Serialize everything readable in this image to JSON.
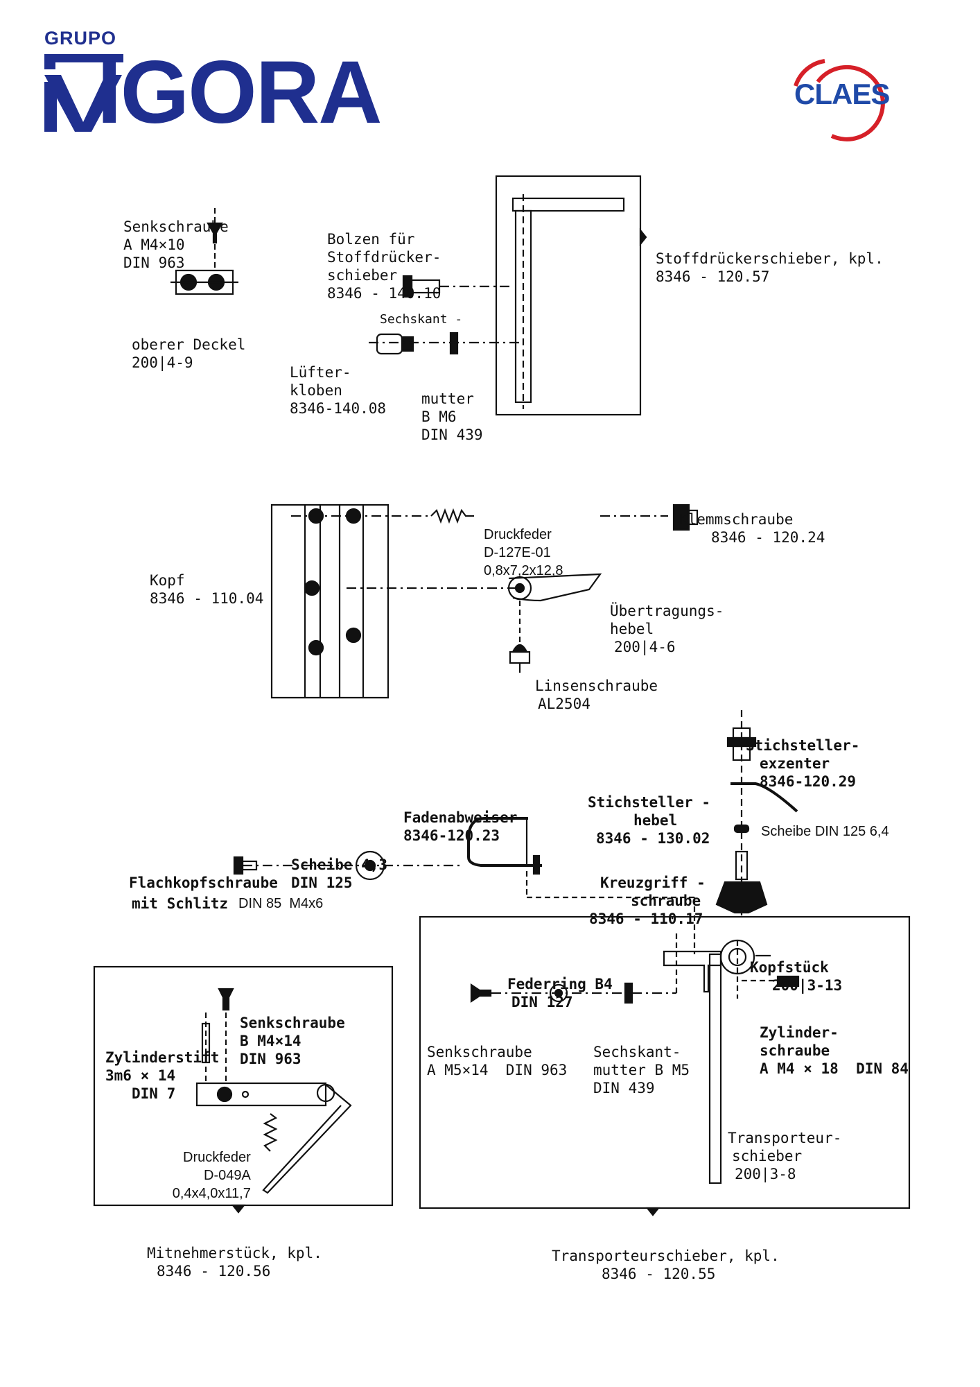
{
  "brand": {
    "grupo": "GRUPO",
    "vigora": "IGORA",
    "claes": "CLAES",
    "brand_blue": "#1f2f8f",
    "claes_red": "#d62028"
  },
  "labels": {
    "senkschraube_top": [
      "Senkschraube",
      "A M4×10",
      "DIN 963"
    ],
    "oberer_deckel": [
      "oberer Deckel",
      "200|4-9"
    ],
    "bolzen": [
      "Bolzen für",
      "Stoffdrücker-",
      "schieber",
      "8346 - 140.10"
    ],
    "stoffdrueckerschieber": [
      "Stoffdrückerschieber, kpl.",
      "8346 - 120.57"
    ],
    "sechskant_top": [
      "Sechskant -"
    ],
    "luefter": [
      "Lüfter-",
      "kloben",
      "8346-140.08"
    ],
    "mutter_top": [
      "mutter",
      "B M6",
      "DIN 439"
    ],
    "druckfeder_1": [
      "Druckfeder",
      "D-127E-01",
      "0,8x7,2x12,8"
    ],
    "klemmschraube": [
      "Klemmschraube",
      "8346 - 120.24"
    ],
    "kopf": [
      "Kopf",
      "8346 - 110.04"
    ],
    "uebertragungshebel": [
      "Übertragungs-",
      "hebel",
      "200|4-6"
    ],
    "linsenschraube": [
      "Linsenschraube",
      "AL2504"
    ],
    "stichsteller_exzenter": [
      "Stichsteller-",
      "exzenter",
      "8346-120.29"
    ],
    "stichsteller_hebel": [
      "Stichsteller -",
      "hebel",
      "8346 - 130.02"
    ],
    "scheibe_din125": "Scheibe DIN 125 6,4",
    "fadenabweiser": [
      "Fadenabweiser",
      "8346-120.23"
    ],
    "scheibe_43": [
      "Scheibe 4,3",
      "DIN 125"
    ],
    "kreuzgriff": [
      "Kreuzgriff -",
      "schraube",
      "8346 - 110.17"
    ],
    "flachkopf": "Flachkopfschraube",
    "mit_schlitz": "mit Schlitz",
    "din85": "DIN 85  M4x6",
    "kopfstueck": [
      "Kopfstück",
      "200|3-13"
    ],
    "federring": [
      "Federring B4",
      "DIN 127"
    ],
    "senkschraube_b": [
      "Senkschraube",
      "B M4×14",
      "DIN 963"
    ],
    "zylinderstift": [
      "Zylinderstift",
      "3m6 × 14",
      "DIN 7"
    ],
    "zylinderschraube": [
      "Zylinder-",
      "schraube",
      "A M4 × 18  DIN 84"
    ],
    "senkschraube_a5": [
      "Senkschraube",
      "A M5×14  DIN 963"
    ],
    "sechskantmutter_b5": [
      "Sechskant-",
      "mutter B M5",
      "DIN 439"
    ],
    "druckfeder_2": [
      "Druckfeder",
      "D-049A",
      "0,4x4,0x11,7"
    ],
    "transporteurschieber_part": [
      "Transporteur-",
      "schieber",
      "200|3-8"
    ],
    "mitnehmerstueck": [
      "Mitnehmerstück, kpl.",
      "8346 - 120.56"
    ],
    "transporteurschieber_kpl": [
      "Transporteurschieber, kpl.",
      "8346 - 120.55"
    ]
  }
}
